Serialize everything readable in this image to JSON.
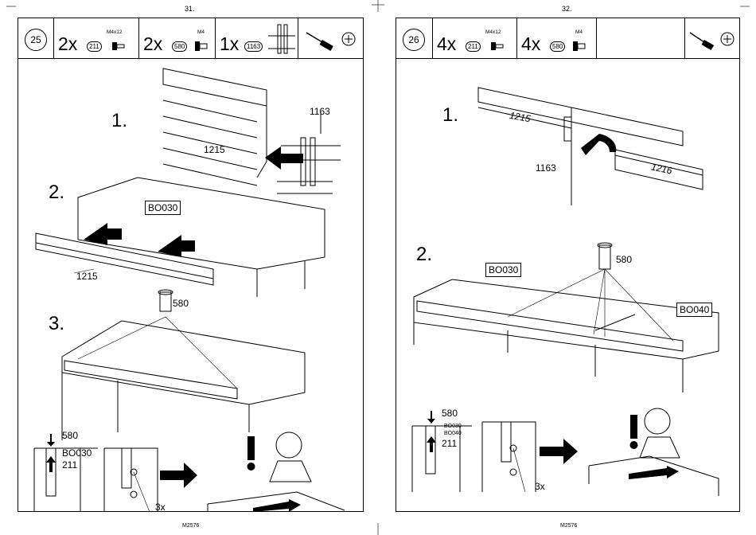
{
  "left_page": {
    "page_number": "31.",
    "footer": "M2576",
    "step_circle": "25",
    "parts": [
      {
        "qty": "2x",
        "code": "211",
        "size": "M4x12"
      },
      {
        "qty": "2x",
        "code": "580",
        "size": "M4"
      },
      {
        "qty": "1x",
        "code": "1163"
      }
    ],
    "substeps": [
      "1.",
      "2.",
      "3."
    ],
    "labels": {
      "rail_a": "1215",
      "bracket": "1163",
      "rail_b": "1215",
      "panel": "BO030",
      "dowel": "580",
      "detail_dowel": "580",
      "detail_panel": "BO030",
      "detail_screw": "211",
      "times": "3x"
    }
  },
  "right_page": {
    "page_number": "32.",
    "footer": "M2576",
    "step_circle": "26",
    "parts": [
      {
        "qty": "4x",
        "code": "211",
        "size": "M4x12"
      },
      {
        "qty": "4x",
        "code": "580",
        "size": "M4"
      }
    ],
    "substeps": [
      "1.",
      "2."
    ],
    "labels": {
      "rail_a": "1215",
      "rail_b": "1216",
      "bracket": "1163",
      "dowel": "580",
      "panel_a": "BO030",
      "panel_b": "BO040",
      "detail_dowel": "580",
      "detail_panel_a": "BO030",
      "detail_panel_b": "BO040",
      "detail_screw": "211",
      "times": "3x"
    }
  }
}
